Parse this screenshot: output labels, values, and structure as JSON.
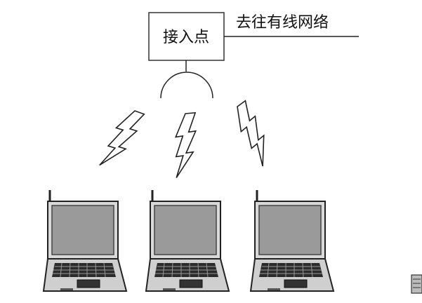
{
  "access_point": {
    "label": "接入点"
  },
  "wired_network": {
    "label": "去往有线网络"
  },
  "laptops": [
    {
      "role": "client"
    },
    {
      "role": "client"
    },
    {
      "role": "client"
    }
  ],
  "wireless_links": 3,
  "colors": {
    "line": "#222222",
    "screen": "#9a9a9a",
    "body": "#c9c9c9",
    "key": "#2b2b2b"
  },
  "icons": [
    "access-point-icon",
    "antenna-icon",
    "lightning-bolt-icon",
    "laptop-icon"
  ]
}
